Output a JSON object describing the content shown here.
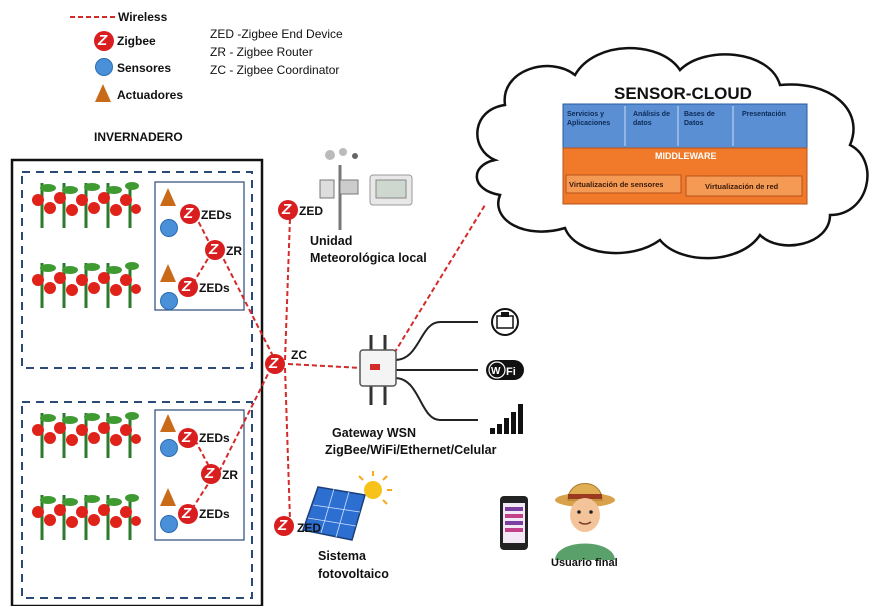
{
  "legend": {
    "wireless": "Wireless",
    "zigbee": "Zigbee",
    "sensores": "Sensores",
    "actuadores": "Actuadores",
    "zed": "ZED -Zigbee End Device",
    "zr": "ZR - Zigbee Router",
    "zc": "ZC - Zigbee Coordinator"
  },
  "invernadero": {
    "title": "INVERNADERO",
    "zone1": {
      "zeds_top": "ZEDs",
      "zr": "ZR",
      "zeds_bottom": "ZEDs"
    },
    "zone2": {
      "zeds_top": "ZEDs",
      "zr": "ZR",
      "zeds_bottom": "ZEDs"
    }
  },
  "coordinator": {
    "label": "ZC"
  },
  "weather": {
    "zed": "ZED",
    "label1": "Unidad",
    "label2": "Meteorológica local"
  },
  "solar": {
    "zed": "ZED",
    "label1": "Sistema",
    "label2": "fotovoltaico"
  },
  "gateway": {
    "label1": "Gateway WSN",
    "label2": "ZigBee/WiFi/Ethernet/Celular"
  },
  "user": {
    "label": "Usuario final"
  },
  "cloud": {
    "title": "SENSOR-CLOUD",
    "services": "Servicios y Aplicaciones",
    "analysis": "Análisis de datos",
    "databases": "Bases de Datos",
    "presentation": "Presentación",
    "middleware": "MIDDLEWARE",
    "virt_sensors": "Virtualización de sensores",
    "virt_network": "Virtualización de red"
  },
  "colors": {
    "wireless": "#d42a2a",
    "zigbee": "#d81e1e",
    "sensor": "#4a90d9",
    "actuator": "#c86a18",
    "cloud_blue": "#5b8fd4",
    "cloud_orange": "#f07a2a"
  }
}
